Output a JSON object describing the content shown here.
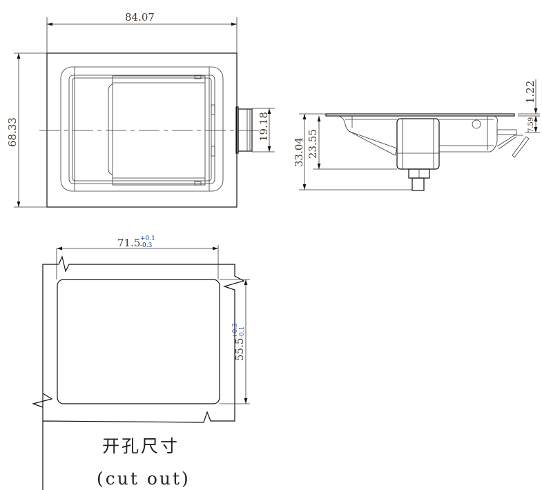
{
  "top_view": {
    "width_dim": "84.07",
    "height_dim": "68.33",
    "bolt_dim": "19.18"
  },
  "side_view": {
    "overall_depth": "33.04",
    "body_depth": "23.55",
    "plate_thickness": "1.22",
    "offset_dim": "7.59"
  },
  "cutout": {
    "width_dim": "71.5",
    "width_tol_plus": "+0.1",
    "width_tol_minus": "-0.3",
    "height_dim": "55.5",
    "height_tol_plus": "+0.3",
    "height_tol_minus": "-0.1",
    "caption_cn": "开孔尺寸",
    "caption_en": "(cut out)"
  },
  "colors": {
    "dimension_text": "#4a3a2a",
    "tolerance_text": "#1a3f8a"
  }
}
